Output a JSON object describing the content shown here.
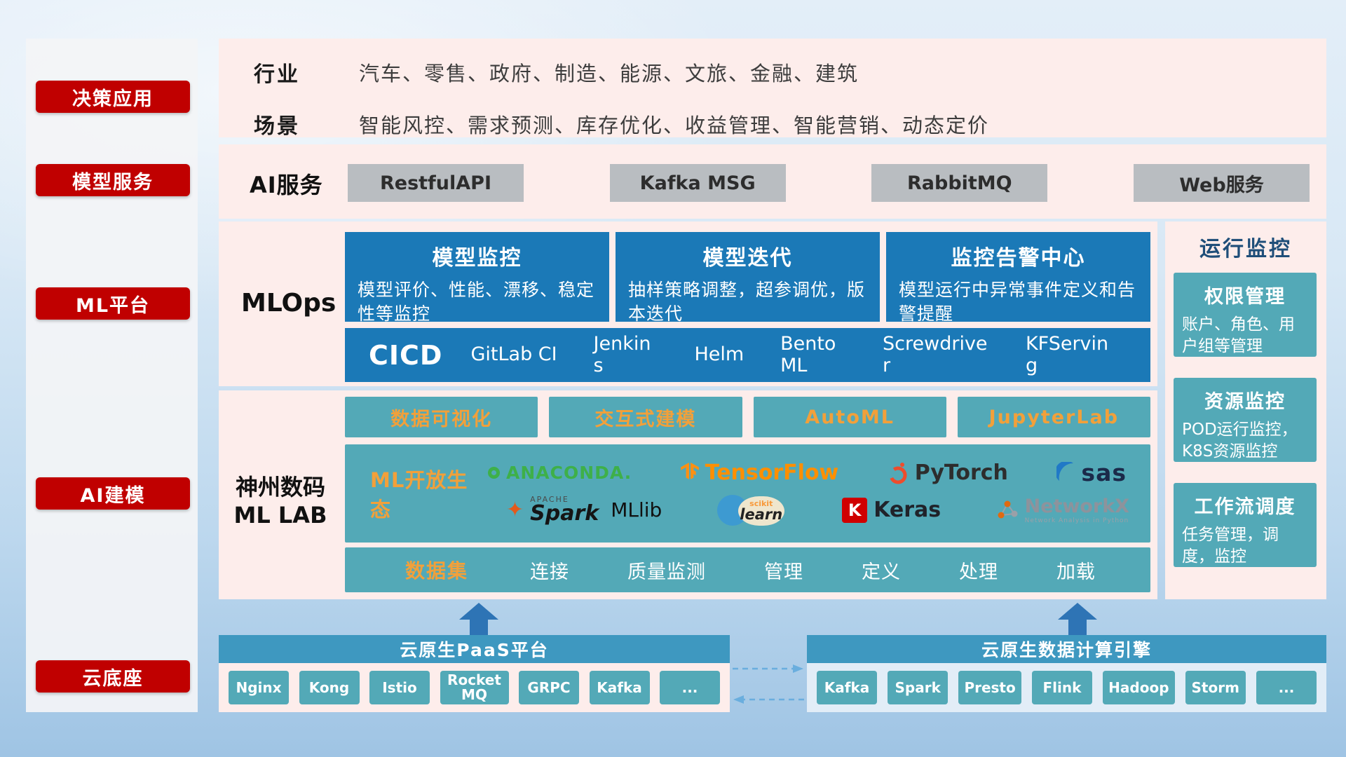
{
  "colors": {
    "accent_red": "#c00000",
    "card_blue": "#1b79b7",
    "teal": "#53a9b7",
    "orange": "#f2a03a",
    "panel_pink": "#fdedeb",
    "header_blue": "#3e98c0"
  },
  "rail": {
    "badges": [
      "决策应用",
      "模型服务",
      "ML平台",
      "AI建模",
      "云底座"
    ]
  },
  "industry": {
    "row1_label": "行业",
    "row1_text": "汽车、零售、政府、制造、能源、文旅、金融、建筑",
    "row2_label": "场景",
    "row2_text": "智能风控、需求预测、库存优化、收益管理、智能营销、动态定价"
  },
  "ai_service": {
    "label": "AI服务",
    "buttons": [
      "RestfulAPI",
      "Kafka MSG",
      "RabbitMQ",
      "Web服务"
    ]
  },
  "mlops": {
    "label": "MLOps",
    "cards": [
      {
        "title": "模型监控",
        "desc": "模型评价、性能、漂移、稳定性等监控"
      },
      {
        "title": "模型迭代",
        "desc": "抽样策略调整，超参调优，版本迭代"
      },
      {
        "title": "监控告警中心",
        "desc": "模型运行中异常事件定义和告警提醒"
      }
    ],
    "cicd_label": "CICD",
    "cicd_items": [
      "GitLab CI",
      "Jenkins",
      "Helm",
      "BentoML",
      "Screwdriver",
      "KFServing"
    ]
  },
  "mllab": {
    "label_line1": "神州数码",
    "label_line2": "ML LAB",
    "tools": [
      "数据可视化",
      "交互式建模",
      "AutoML",
      "JupyterLab"
    ],
    "ecosystem_label": "ML开放生态",
    "logos": {
      "anaconda": "ANACONDA.",
      "tensorflow": "TensorFlow",
      "pytorch": "PyTorch",
      "sas": "sas",
      "spark_apache": "APACHE",
      "spark": "Spark",
      "mllib": "MLlib",
      "scikit_top": "scikit",
      "scikit_learn": "learn",
      "keras_k": "K",
      "keras": "Keras",
      "networkx": "NetworkX",
      "networkx_sub": "Network Analysis in Python"
    },
    "dataset_label": "数据集",
    "dataset_items": [
      "连接",
      "质量监测",
      "管理",
      "定义",
      "处理",
      "加载"
    ]
  },
  "monitor": {
    "title": "运行监控",
    "cards": [
      {
        "title": "权限管理",
        "desc": "账户、角色、用户组等管理"
      },
      {
        "title": "资源监控",
        "desc": "POD运行监控，K8S资源监控"
      },
      {
        "title": "工作流调度",
        "desc": "任务管理，调度，监控"
      }
    ]
  },
  "cloud": {
    "paas_title": "云原生PaaS平台",
    "paas_items": [
      "Nginx",
      "Kong",
      "Istio",
      "RocketMQ",
      "GRPC",
      "Kafka",
      "..."
    ],
    "engine_title": "云原生数据计算引擎",
    "engine_items": [
      "Kafka",
      "Spark",
      "Presto",
      "Flink",
      "Hadoop",
      "Storm",
      "..."
    ]
  },
  "icons": {
    "spark_star": "✦"
  }
}
